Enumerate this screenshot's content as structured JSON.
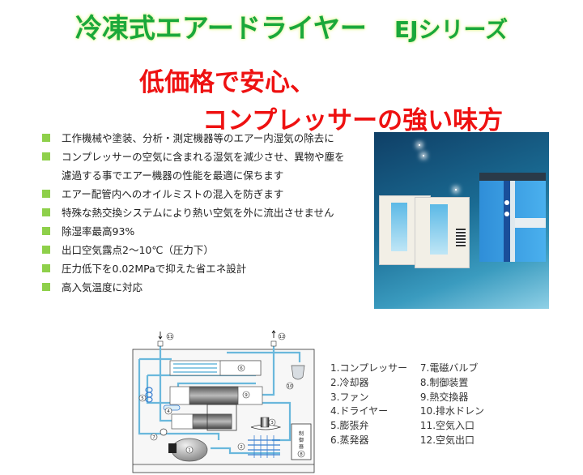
{
  "header": {
    "title": "冷凍式エアードライヤー",
    "series": "EJシリーズ"
  },
  "slogan": {
    "line1": "低価格で安心、",
    "line2": "コンプレッサーの強い味方"
  },
  "features": [
    {
      "text": "工作機械や塗装、分析・測定機器等のエアー内湿気の除去に"
    },
    {
      "text": "コンプレッサーの空気に含まれる湿気を減少させ、異物や塵を",
      "continuation": "濾過する事でエアー機器の性能を最適に保ちます"
    },
    {
      "text": "エアー配管内へのオイルミストの混入を防ぎます"
    },
    {
      "text": "特殊な熱交換システムにより熱い空気を外に流出させません"
    },
    {
      "text": "除湿率最高93%"
    },
    {
      "text": "出口空気露点2～10℃（圧力下）"
    },
    {
      "text": "圧力低下を0.02MPaで抑えた省エネ設計"
    },
    {
      "text": "高入気温度に対応"
    }
  ],
  "diagram": {
    "labels": {
      "n1": "1",
      "n2": "2",
      "n3": "3",
      "n4": "4",
      "n5": "5",
      "n6": "6",
      "n7": "7",
      "n8": "8",
      "n9": "9",
      "n10": "10",
      "n11": "11",
      "n12": "12",
      "control_box": "制御器"
    }
  },
  "legend": {
    "left": [
      "1.コンプレッサー",
      "2.冷却器",
      "3.ファン",
      "4.ドライヤー",
      "5.膨張弁",
      "6.蒸発器"
    ],
    "right": [
      "7.電磁バルブ",
      "8.制御装置",
      "9.熱交換器",
      "10.排水ドレン",
      "11.空気入口",
      "12.空気出口"
    ]
  },
  "colors": {
    "title_green": "#1aa83a",
    "slogan_red": "#ee1111",
    "bullet_green": "#8ed04a",
    "pipe_blue": "#6ab8dc"
  }
}
